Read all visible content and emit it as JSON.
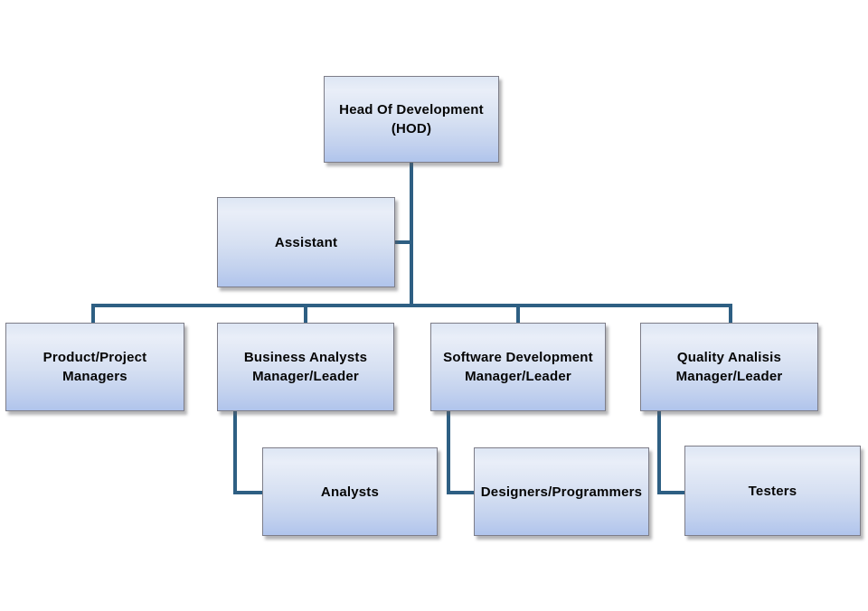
{
  "diagram": {
    "type": "org-chart",
    "background_color": "#ffffff",
    "connector_color": "#2e5f83",
    "box_border_color": "#7d7d88",
    "box_gradient_top": "#dde6f4",
    "box_gradient_bottom": "#b0c4ec",
    "text_color": "#050505",
    "nodes": {
      "hod": {
        "label": "Head Of Development\n(HOD)"
      },
      "assistant": {
        "label": "Assistant"
      },
      "product": {
        "label": "Product/Project\nManagers"
      },
      "business": {
        "label": "Business Analysts\nManager/Leader"
      },
      "software": {
        "label": "Software Development\nManager/Leader"
      },
      "quality": {
        "label": "Quality Analisis\nManager/Leader"
      },
      "analysts": {
        "label": "Analysts"
      },
      "designers": {
        "label": "Designers/Programmers"
      },
      "testers": {
        "label": "Testers"
      }
    },
    "edges": [
      {
        "from": "hod",
        "to": "assistant"
      },
      {
        "from": "hod",
        "to": "product"
      },
      {
        "from": "hod",
        "to": "business"
      },
      {
        "from": "hod",
        "to": "software"
      },
      {
        "from": "hod",
        "to": "quality"
      },
      {
        "from": "business",
        "to": "analysts"
      },
      {
        "from": "software",
        "to": "designers"
      },
      {
        "from": "quality",
        "to": "testers"
      }
    ]
  }
}
